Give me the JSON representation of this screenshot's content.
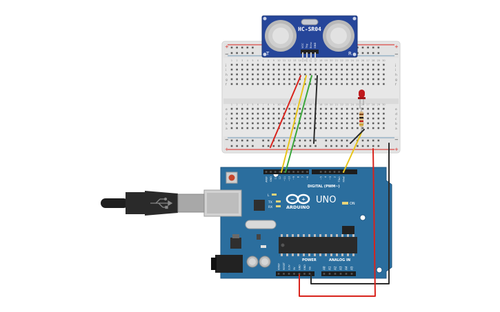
{
  "sensor": {
    "model": "HC-SR04",
    "pin_labels": [
      "VCC",
      "Trig",
      "Echo",
      "GND"
    ],
    "corner_left": "T",
    "corner_right": "R"
  },
  "breadboard": {
    "row_letters_top": [
      "j",
      "i",
      "h",
      "g",
      "f"
    ],
    "row_letters_bottom": [
      "e",
      "d",
      "c",
      "b",
      "a"
    ],
    "col_numbers": [
      "1",
      "2",
      "3",
      "4",
      "5",
      "6",
      "7",
      "8",
      "9",
      "10",
      "11",
      "12",
      "13",
      "14",
      "15",
      "16",
      "17",
      "18",
      "19",
      "20",
      "21",
      "22",
      "23",
      "24",
      "25",
      "26",
      "27",
      "28",
      "29",
      "30"
    ]
  },
  "arduino": {
    "model": "UNO",
    "brand": "ARDUINO",
    "on_label": "ON",
    "tx_label": "TX",
    "rx_label": "RX",
    "l_label": "L",
    "digital_header": "DIGITAL (PWM~)",
    "digital_pins": [
      "AREF",
      "GND",
      "13",
      "12",
      "~11",
      "~10",
      "~9",
      "8",
      "7",
      "~6",
      "~5",
      "4",
      "~3",
      "2",
      "TX▸1",
      "RX◂0"
    ],
    "power_header": "POWER",
    "power_pins": [
      "IOREF",
      "RESET",
      "3.3V",
      "5V",
      "GND",
      "GND",
      "Vin"
    ],
    "analog_header": "ANALOG IN",
    "analog_pins": [
      "A0",
      "A1",
      "A2",
      "A3",
      "A4",
      "A5"
    ]
  },
  "colors": {
    "wire_red": "#d9231c",
    "wire_black": "#2b2b2b",
    "wire_yellow": "#e8c51a",
    "wire_green": "#3aa63a",
    "board_blue": "#2b6e9e",
    "sensor_blue": "#26469a",
    "breadboard": "#e9e9e9",
    "led_red": "#c0181c"
  }
}
